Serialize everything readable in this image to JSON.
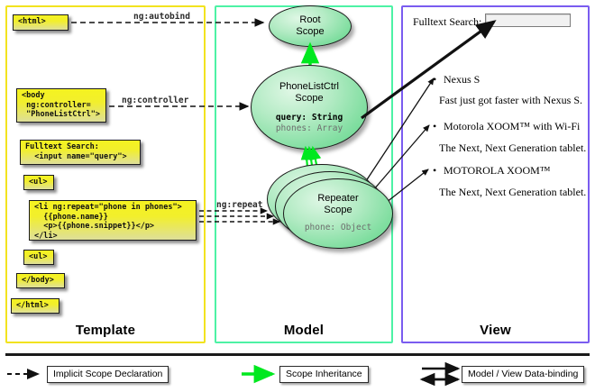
{
  "panels": {
    "template": {
      "label": "Template",
      "border_color": "#f2e31f"
    },
    "model": {
      "label": "Model",
      "border_color": "#4df2a5"
    },
    "view": {
      "label": "View",
      "border_color": "#7a5cf0"
    }
  },
  "template": {
    "boxes": [
      {
        "id": "html-open",
        "text": "<html>"
      },
      {
        "id": "body-open",
        "text": "<body\n ng:controller=\n \"PhoneListCtrl\">"
      },
      {
        "id": "fulltext",
        "text": "Fulltext Search:\n  <input name=\"query\">"
      },
      {
        "id": "ul-open",
        "text": "<ul>"
      },
      {
        "id": "li-repeat",
        "text": "<li ng:repeat=\"phone in phones\">\n  {{phone.name}}\n  <p>{{phone.snippet}}</p>\n</li>"
      },
      {
        "id": "ul-close",
        "text": "<ul>"
      },
      {
        "id": "body-close",
        "text": "</body>"
      },
      {
        "id": "html-close",
        "text": "</html>"
      }
    ]
  },
  "model": {
    "scopes": [
      {
        "id": "root-scope",
        "title": "Root\nScope",
        "props": []
      },
      {
        "id": "phonelistctrl-scope",
        "title": "PhoneListCtrl\nScope",
        "props": [
          {
            "text": "query: String",
            "style": "strong"
          },
          {
            "text": "phones: Array",
            "style": "dim"
          }
        ]
      },
      {
        "id": "repeater-scope",
        "title": "Repeater\nScope",
        "props": [
          {
            "text": "phone: Object",
            "style": "dim"
          }
        ]
      }
    ],
    "scope_fill": "#79dc9b"
  },
  "edges": {
    "autobind": "ng:autobind",
    "controller": "ng:controller",
    "repeat": "ng:repeat"
  },
  "view": {
    "search_label": "Fulltext Search:",
    "search_value": "",
    "search_placeholder": "",
    "items": [
      {
        "name": "Nexus S",
        "snippet": "Fast just got faster with Nexus S."
      },
      {
        "name": "Motorola XOOM™  with Wi-Fi",
        "snippet": "The Next, Next Generation tablet."
      },
      {
        "name": "MOTOROLA XOOM™",
        "snippet": "The Next, Next Generation tablet."
      }
    ]
  },
  "legend": [
    {
      "id": "implicit-scope-declaration",
      "label": "Implicit Scope Declaration",
      "arrow": "dashed-black"
    },
    {
      "id": "scope-inheritance",
      "label": "Scope Inheritance",
      "arrow": "solid-green"
    },
    {
      "id": "model-view-data-binding",
      "label": "Model / View Data-binding",
      "arrow": "double-black"
    }
  ]
}
